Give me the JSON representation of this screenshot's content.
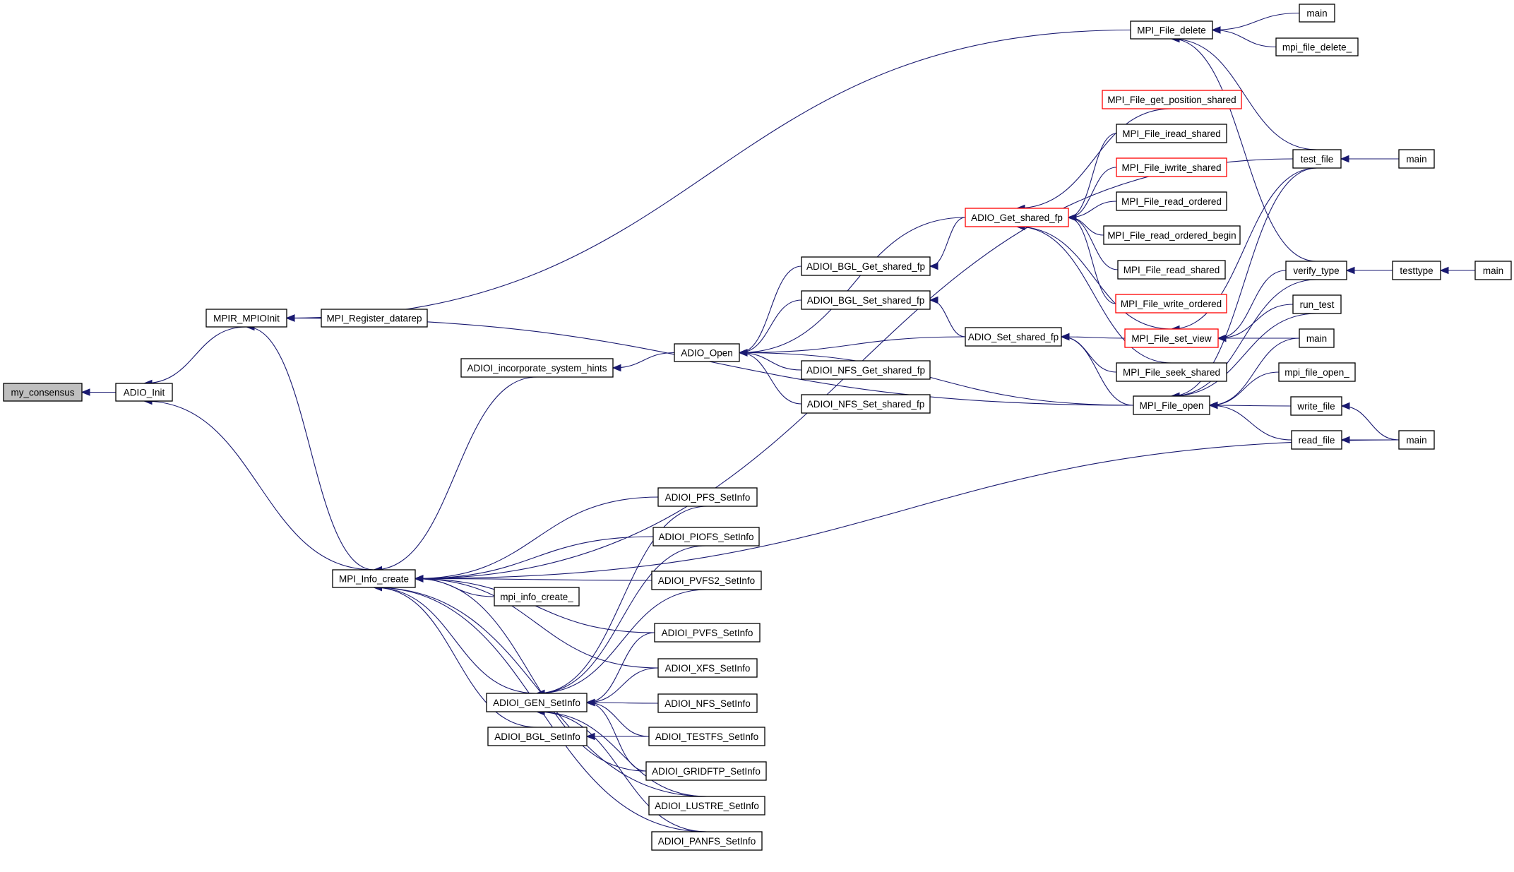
{
  "diagram": {
    "type": "call-graph",
    "title": "my_consensus caller graph",
    "colors": {
      "edge": "#191970",
      "node_border": "#000000",
      "highlighted_border": "#ff0000",
      "root_fill": "#bfbfbf"
    },
    "nodes": [
      {
        "id": "my_consensus",
        "label": "my_consensus",
        "style": "root"
      },
      {
        "id": "ADIO_Init",
        "label": "ADIO_Init"
      },
      {
        "id": "MPIR_MPIOInit",
        "label": "MPIR_MPIOInit"
      },
      {
        "id": "MPI_Register_datarep",
        "label": "MPI_Register_datarep"
      },
      {
        "id": "MPI_Info_create",
        "label": "MPI_Info_create"
      },
      {
        "id": "ADIOI_incorporate_system_hints",
        "label": "ADIOI_incorporate_system_hints"
      },
      {
        "id": "ADIO_Open",
        "label": "ADIO_Open"
      },
      {
        "id": "ADIO_Get_shared_fp",
        "label": "ADIO_Get_shared_fp",
        "style": "highlighted"
      },
      {
        "id": "ADIOI_BGL_Get_shared_fp",
        "label": "ADIOI_BGL_Get_shared_fp"
      },
      {
        "id": "ADIOI_BGL_Set_shared_fp",
        "label": "ADIOI_BGL_Set_shared_fp"
      },
      {
        "id": "ADIO_Set_shared_fp",
        "label": "ADIO_Set_shared_fp"
      },
      {
        "id": "ADIOI_NFS_Get_shared_fp",
        "label": "ADIOI_NFS_Get_shared_fp"
      },
      {
        "id": "ADIOI_NFS_Set_shared_fp",
        "label": "ADIOI_NFS_Set_shared_fp"
      },
      {
        "id": "MPI_File_delete",
        "label": "MPI_File_delete"
      },
      {
        "id": "main_1",
        "label": "main"
      },
      {
        "id": "mpi_file_delete_",
        "label": "mpi_file_delete_"
      },
      {
        "id": "MPI_File_get_position_shared",
        "label": "MPI_File_get_position_shared",
        "style": "highlighted"
      },
      {
        "id": "MPI_File_iread_shared",
        "label": "MPI_File_iread_shared"
      },
      {
        "id": "MPI_File_iwrite_shared",
        "label": "MPI_File_iwrite_shared",
        "style": "highlighted"
      },
      {
        "id": "MPI_File_read_ordered",
        "label": "MPI_File_read_ordered"
      },
      {
        "id": "MPI_File_read_ordered_begin",
        "label": "MPI_File_read_ordered_begin"
      },
      {
        "id": "MPI_File_read_shared",
        "label": "MPI_File_read_shared"
      },
      {
        "id": "MPI_File_write_ordered",
        "label": "MPI_File_write_ordered",
        "style": "highlighted"
      },
      {
        "id": "MPI_File_set_view",
        "label": "MPI_File_set_view",
        "style": "highlighted"
      },
      {
        "id": "MPI_File_seek_shared",
        "label": "MPI_File_seek_shared"
      },
      {
        "id": "MPI_File_open",
        "label": "MPI_File_open"
      },
      {
        "id": "test_file",
        "label": "test_file"
      },
      {
        "id": "main_2",
        "label": "main"
      },
      {
        "id": "verify_type",
        "label": "verify_type"
      },
      {
        "id": "testtype",
        "label": "testtype"
      },
      {
        "id": "main_3",
        "label": "main"
      },
      {
        "id": "run_test",
        "label": "run_test"
      },
      {
        "id": "main_4",
        "label": "main"
      },
      {
        "id": "mpi_file_open_",
        "label": "mpi_file_open_"
      },
      {
        "id": "write_file",
        "label": "write_file"
      },
      {
        "id": "read_file",
        "label": "read_file"
      },
      {
        "id": "main_5",
        "label": "main"
      },
      {
        "id": "mpi_info_create_",
        "label": "mpi_info_create_"
      },
      {
        "id": "ADIOI_PFS_SetInfo",
        "label": "ADIOI_PFS_SetInfo"
      },
      {
        "id": "ADIOI_PIOFS_SetInfo",
        "label": "ADIOI_PIOFS_SetInfo"
      },
      {
        "id": "ADIOI_PVFS2_SetInfo",
        "label": "ADIOI_PVFS2_SetInfo"
      },
      {
        "id": "ADIOI_PVFS_SetInfo",
        "label": "ADIOI_PVFS_SetInfo"
      },
      {
        "id": "ADIOI_XFS_SetInfo",
        "label": "ADIOI_XFS_SetInfo"
      },
      {
        "id": "ADIOI_NFS_SetInfo",
        "label": "ADIOI_NFS_SetInfo"
      },
      {
        "id": "ADIOI_GEN_SetInfo",
        "label": "ADIOI_GEN_SetInfo"
      },
      {
        "id": "ADIOI_BGL_SetInfo",
        "label": "ADIOI_BGL_SetInfo"
      },
      {
        "id": "ADIOI_TESTFS_SetInfo",
        "label": "ADIOI_TESTFS_SetInfo"
      },
      {
        "id": "ADIOI_GRIDFTP_SetInfo",
        "label": "ADIOI_GRIDFTP_SetInfo"
      },
      {
        "id": "ADIOI_LUSTRE_SetInfo",
        "label": "ADIOI_LUSTRE_SetInfo"
      },
      {
        "id": "ADIOI_PANFS_SetInfo",
        "label": "ADIOI_PANFS_SetInfo"
      }
    ],
    "edges": [
      {
        "from": "ADIO_Init",
        "to": "my_consensus"
      },
      {
        "from": "MPIR_MPIOInit",
        "to": "ADIO_Init"
      },
      {
        "from": "MPI_Info_create",
        "to": "ADIO_Init"
      },
      {
        "from": "MPI_Register_datarep",
        "to": "MPIR_MPIOInit"
      },
      {
        "from": "MPI_File_delete",
        "to": "MPIR_MPIOInit"
      },
      {
        "from": "MPI_File_open",
        "to": "MPIR_MPIOInit"
      },
      {
        "from": "MPI_Info_create",
        "to": "MPIR_MPIOInit"
      },
      {
        "from": "ADIO_Open",
        "to": "ADIOI_incorporate_system_hints"
      },
      {
        "from": "ADIOI_incorporate_system_hints",
        "to": "MPI_Info_create"
      },
      {
        "from": "test_file",
        "to": "MPI_Info_create"
      },
      {
        "from": "main_5",
        "to": "MPI_Info_create"
      },
      {
        "from": "mpi_info_create_",
        "to": "MPI_Info_create"
      },
      {
        "from": "ADIOI_PFS_SetInfo",
        "to": "MPI_Info_create"
      },
      {
        "from": "ADIOI_PIOFS_SetInfo",
        "to": "MPI_Info_create"
      },
      {
        "from": "ADIOI_PVFS2_SetInfo",
        "to": "MPI_Info_create"
      },
      {
        "from": "ADIOI_PVFS_SetInfo",
        "to": "MPI_Info_create"
      },
      {
        "from": "ADIOI_XFS_SetInfo",
        "to": "MPI_Info_create"
      },
      {
        "from": "ADIOI_GEN_SetInfo",
        "to": "MPI_Info_create"
      },
      {
        "from": "ADIOI_BGL_SetInfo",
        "to": "MPI_Info_create"
      },
      {
        "from": "ADIOI_GRIDFTP_SetInfo",
        "to": "MPI_Info_create"
      },
      {
        "from": "ADIOI_LUSTRE_SetInfo",
        "to": "MPI_Info_create"
      },
      {
        "from": "ADIOI_PANFS_SetInfo",
        "to": "MPI_Info_create"
      },
      {
        "from": "ADIO_Get_shared_fp",
        "to": "ADIO_Open"
      },
      {
        "from": "ADIOI_BGL_Get_shared_fp",
        "to": "ADIO_Open"
      },
      {
        "from": "ADIOI_BGL_Set_shared_fp",
        "to": "ADIO_Open"
      },
      {
        "from": "ADIO_Set_shared_fp",
        "to": "ADIO_Open"
      },
      {
        "from": "ADIOI_NFS_Get_shared_fp",
        "to": "ADIO_Open"
      },
      {
        "from": "ADIOI_NFS_Set_shared_fp",
        "to": "ADIO_Open"
      },
      {
        "from": "MPI_File_open",
        "to": "ADIO_Open"
      },
      {
        "from": "ADIO_Get_shared_fp",
        "to": "ADIOI_BGL_Get_shared_fp"
      },
      {
        "from": "ADIO_Set_shared_fp",
        "to": "ADIOI_BGL_Set_shared_fp"
      },
      {
        "from": "MPI_File_get_position_shared",
        "to": "ADIO_Get_shared_fp"
      },
      {
        "from": "MPI_File_iread_shared",
        "to": "ADIO_Get_shared_fp"
      },
      {
        "from": "MPI_File_iwrite_shared",
        "to": "ADIO_Get_shared_fp"
      },
      {
        "from": "MPI_File_read_ordered",
        "to": "ADIO_Get_shared_fp"
      },
      {
        "from": "MPI_File_read_ordered_begin",
        "to": "ADIO_Get_shared_fp"
      },
      {
        "from": "MPI_File_read_shared",
        "to": "ADIO_Get_shared_fp"
      },
      {
        "from": "MPI_File_write_ordered",
        "to": "ADIO_Get_shared_fp"
      },
      {
        "from": "MPI_File_set_view",
        "to": "ADIO_Get_shared_fp"
      },
      {
        "from": "MPI_File_seek_shared",
        "to": "ADIO_Get_shared_fp"
      },
      {
        "from": "MPI_File_set_view",
        "to": "ADIO_Set_shared_fp"
      },
      {
        "from": "MPI_File_seek_shared",
        "to": "ADIO_Set_shared_fp"
      },
      {
        "from": "MPI_File_open",
        "to": "ADIO_Set_shared_fp"
      },
      {
        "from": "main_1",
        "to": "MPI_File_delete"
      },
      {
        "from": "mpi_file_delete_",
        "to": "MPI_File_delete"
      },
      {
        "from": "test_file",
        "to": "MPI_File_delete"
      },
      {
        "from": "verify_type",
        "to": "MPI_File_delete"
      },
      {
        "from": "verify_type",
        "to": "MPI_File_set_view"
      },
      {
        "from": "run_test",
        "to": "MPI_File_set_view"
      },
      {
        "from": "main_4",
        "to": "MPI_File_set_view"
      },
      {
        "from": "test_file",
        "to": "MPI_File_set_view"
      },
      {
        "from": "test_file",
        "to": "MPI_File_open"
      },
      {
        "from": "verify_type",
        "to": "MPI_File_open"
      },
      {
        "from": "run_test",
        "to": "MPI_File_open"
      },
      {
        "from": "main_4",
        "to": "MPI_File_open"
      },
      {
        "from": "mpi_file_open_",
        "to": "MPI_File_open"
      },
      {
        "from": "write_file",
        "to": "MPI_File_open"
      },
      {
        "from": "read_file",
        "to": "MPI_File_open"
      },
      {
        "from": "main_2",
        "to": "test_file"
      },
      {
        "from": "testtype",
        "to": "verify_type"
      },
      {
        "from": "main_3",
        "to": "testtype"
      },
      {
        "from": "main_5",
        "to": "write_file"
      },
      {
        "from": "main_5",
        "to": "read_file"
      },
      {
        "from": "ADIOI_PFS_SetInfo",
        "to": "ADIOI_GEN_SetInfo"
      },
      {
        "from": "ADIOI_PIOFS_SetInfo",
        "to": "ADIOI_GEN_SetInfo"
      },
      {
        "from": "ADIOI_PVFS2_SetInfo",
        "to": "ADIOI_GEN_SetInfo"
      },
      {
        "from": "ADIOI_PVFS_SetInfo",
        "to": "ADIOI_GEN_SetInfo"
      },
      {
        "from": "ADIOI_XFS_SetInfo",
        "to": "ADIOI_GEN_SetInfo"
      },
      {
        "from": "ADIOI_NFS_SetInfo",
        "to": "ADIOI_GEN_SetInfo"
      },
      {
        "from": "ADIOI_TESTFS_SetInfo",
        "to": "ADIOI_GEN_SetInfo"
      },
      {
        "from": "ADIOI_GRIDFTP_SetInfo",
        "to": "ADIOI_GEN_SetInfo"
      },
      {
        "from": "ADIOI_LUSTRE_SetInfo",
        "to": "ADIOI_GEN_SetInfo"
      },
      {
        "from": "ADIOI_PANFS_SetInfo",
        "to": "ADIOI_GEN_SetInfo"
      },
      {
        "from": "ADIOI_TESTFS_SetInfo",
        "to": "ADIOI_BGL_SetInfo"
      }
    ]
  }
}
